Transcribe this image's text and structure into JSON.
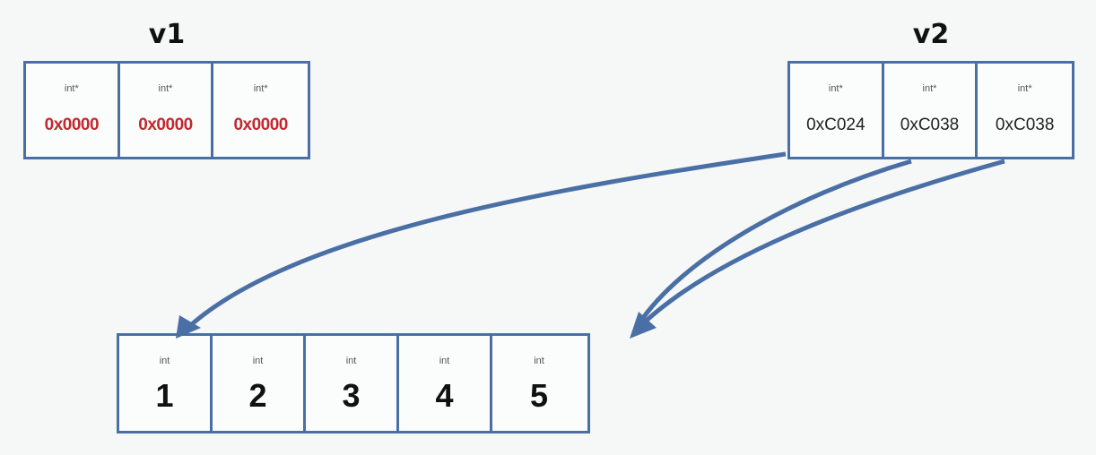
{
  "diagram": {
    "v1": {
      "label": "v1",
      "cells": [
        {
          "type": "int*",
          "value": "0x0000"
        },
        {
          "type": "int*",
          "value": "0x0000"
        },
        {
          "type": "int*",
          "value": "0x0000"
        }
      ]
    },
    "v2": {
      "label": "v2",
      "cells": [
        {
          "type": "int*",
          "value": "0xC024"
        },
        {
          "type": "int*",
          "value": "0xC038"
        },
        {
          "type": "int*",
          "value": "0xC038"
        }
      ]
    },
    "ints": {
      "cells": [
        {
          "type": "int",
          "value": "1"
        },
        {
          "type": "int",
          "value": "2"
        },
        {
          "type": "int",
          "value": "3"
        },
        {
          "type": "int",
          "value": "4"
        },
        {
          "type": "int",
          "value": "5"
        }
      ]
    },
    "colors": {
      "box_border": "#4a6fa5",
      "arrow": "#4a6fa5",
      "null_pointer_text": "#c2282e",
      "background": "#f6f8f8"
    }
  }
}
